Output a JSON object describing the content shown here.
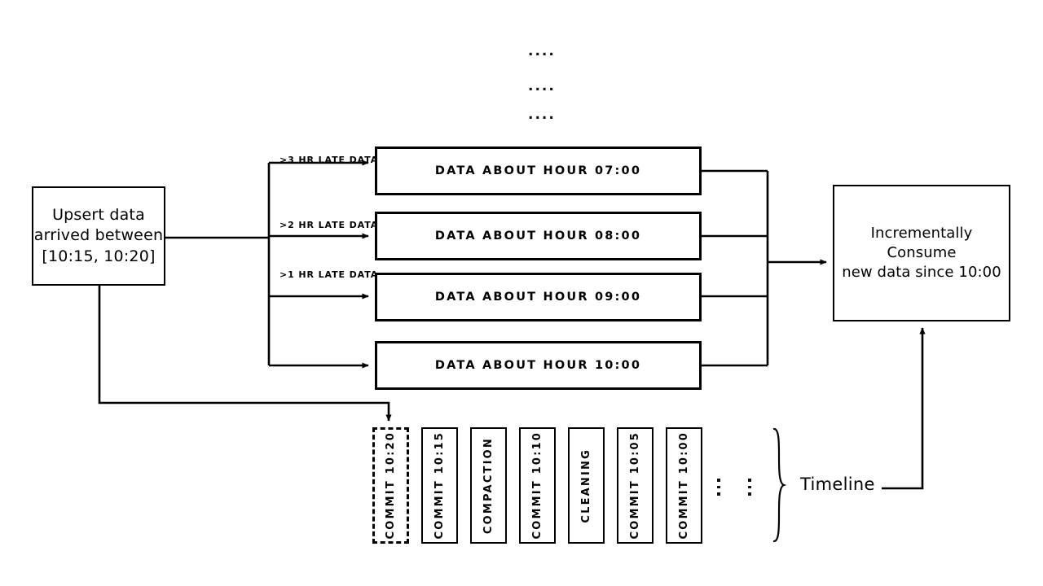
{
  "diagram": {
    "title": "Incremental consumption with late-arriving upserts",
    "ink_color": "#000000",
    "background": "#ffffff"
  },
  "source": {
    "name": "upsert-node",
    "line1": "Upsert data",
    "line2": "arrived between",
    "line3": "[10:15, 10:20]"
  },
  "edge_labels": [
    {
      "text": ">3 HR LATE DATA"
    },
    {
      "text": ">2 HR LATE DATA"
    },
    {
      "text": ">1 HR LATE DATA"
    }
  ],
  "hour_partitions": [
    {
      "label": "DATA ABOUT HOUR 07:00"
    },
    {
      "label": "DATA ABOUT HOUR 08:00"
    },
    {
      "label": "DATA ABOUT HOUR 09:00"
    },
    {
      "label": "DATA ABOUT HOUR 10:00"
    }
  ],
  "top_ellipsis": [
    "....",
    "....",
    "...."
  ],
  "consumer": {
    "name": "incremental-consumer",
    "line1": "Incrementally Consume",
    "line2": "new data since 10:00"
  },
  "timeline": {
    "caption": "Timeline",
    "commits": [
      {
        "label": "COMMIT 10:20",
        "style": "dashed"
      },
      {
        "label": "COMMIT 10:15",
        "style": "solid"
      },
      {
        "label": "COMPACTION",
        "style": "solid"
      },
      {
        "label": "COMMIT 10:10",
        "style": "solid"
      },
      {
        "label": "CLEANING",
        "style": "solid"
      },
      {
        "label": "COMMIT 10:05",
        "style": "solid"
      },
      {
        "label": "COMMIT 10:00",
        "style": "solid"
      }
    ]
  }
}
